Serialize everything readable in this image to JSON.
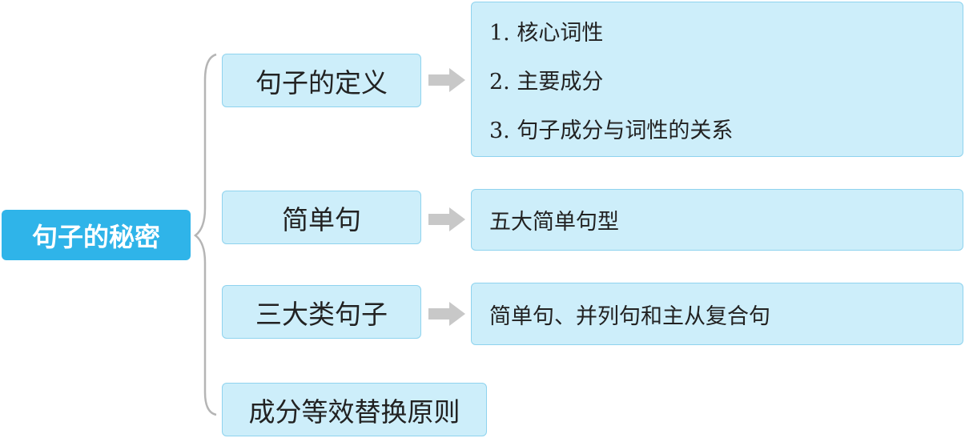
{
  "root": "句子的秘密",
  "branches": [
    {
      "label": "句子的定义",
      "details": [
        "1. 核心词性",
        "2. 主要成分",
        "3. 句子成分与词性的关系"
      ]
    },
    {
      "label": "简单句",
      "details": [
        "五大简单句型"
      ]
    },
    {
      "label": "三大类句子",
      "details": [
        "简单句、并列句和主从复合句"
      ]
    },
    {
      "label": "成分等效替换原则"
    }
  ],
  "colors": {
    "root": "#2fb4e9",
    "box": "#cdeefa",
    "border": "#8fd3ee",
    "arrow": "#c8c8c8"
  }
}
